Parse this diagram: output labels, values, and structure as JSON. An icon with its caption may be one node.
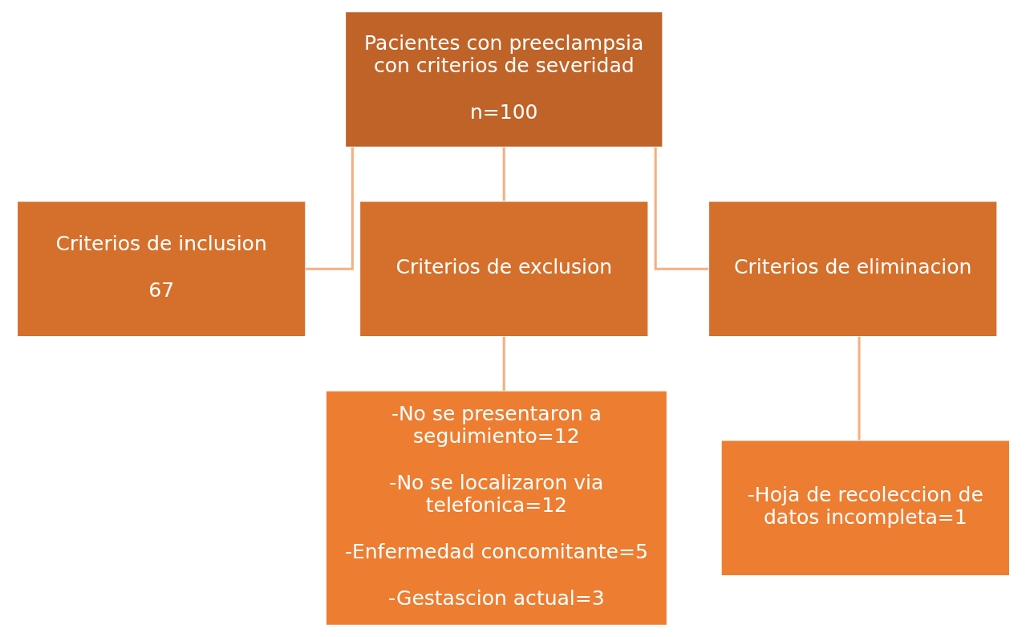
{
  "diagram": {
    "nodes": [
      {
        "text": [
          "Pacientes con preeclampsia con criterios de severidad",
          "n=100"
        ]
      },
      {
        "text": [
          "Criterios de inclusion",
          "67"
        ]
      },
      {
        "text": [
          "Criterios de exclusion"
        ]
      },
      {
        "text": [
          "Criterios de eliminacion"
        ]
      },
      {
        "text": [
          "-No se presentaron a seguimiento=12",
          "-No se localizaron via telefonica=12",
          "-Enfermedad concomitante=5",
          "-Gestascion actual=3"
        ]
      },
      {
        "text": [
          "-Hoja de recoleccion de datos incompleta=1"
        ]
      }
    ],
    "edges": [
      {
        "from": 0,
        "to": 1,
        "arrow": "none"
      },
      {
        "from": 0,
        "to": 2,
        "arrow": "none"
      },
      {
        "from": 0,
        "to": 3,
        "arrow": "none"
      },
      {
        "from": 2,
        "to": 4,
        "arrow": "none"
      },
      {
        "from": 3,
        "to": 5,
        "arrow": "none"
      }
    ]
  }
}
